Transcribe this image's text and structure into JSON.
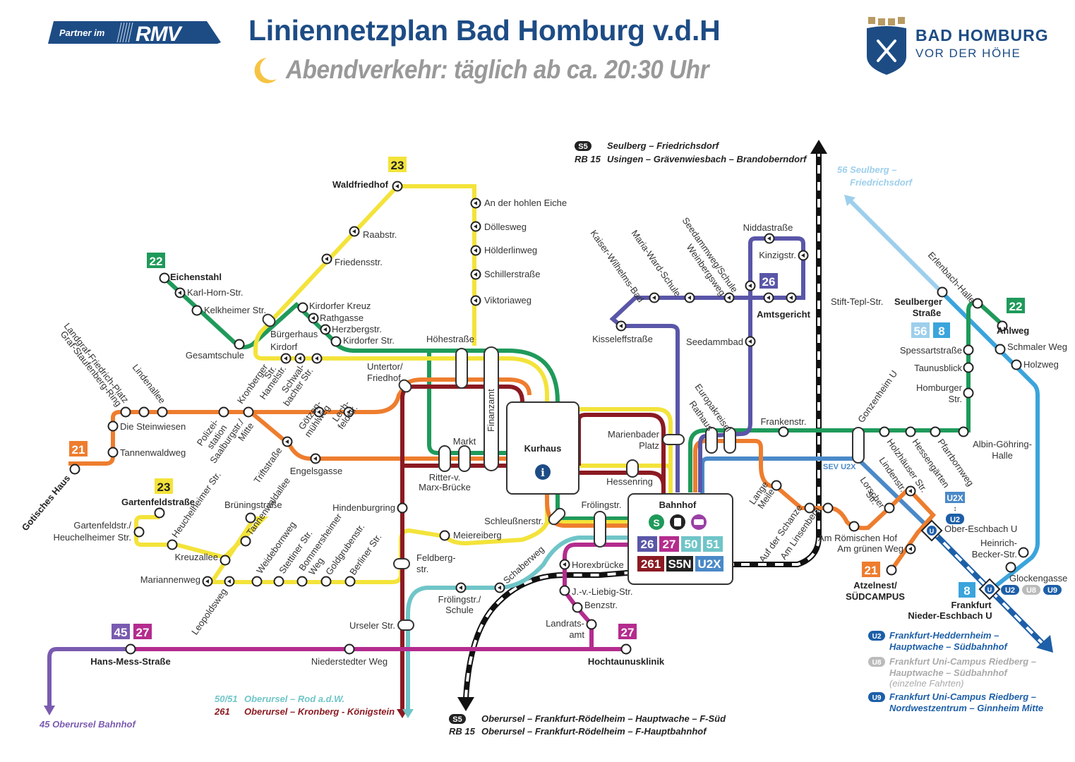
{
  "header": {
    "partner_label": "Partner im",
    "brand": "RMV",
    "title": "Liniennetzplan Bad Homburg v.d.H",
    "subtitle": "Abendverkehr: täglich ab ca. 20:30 Uhr",
    "subtitle_icon": "moon-icon",
    "city_line1": "BAD HOMBURG",
    "city_line2": "VOR DER HÖHE"
  },
  "colors": {
    "line21": "#ee7d2e",
    "line22": "#1f9a5a",
    "line23": "#f3e33a",
    "line26": "#5a56a8",
    "line27": "#b42c8e",
    "line45": "#7a5bb0",
    "line50_51": "#6fc5c8",
    "line261": "#8b1a22",
    "line8": "#3ba4dc",
    "line56": "#9dcfec",
    "u2x": "#4a89c8",
    "u_dark": "#1d5fa8",
    "navy": "#1d4c85"
  },
  "badges": {
    "b23_top": "23",
    "b22_left": "22",
    "b21_left": "21",
    "b23_left": "23",
    "b45": "45",
    "b27_left": "27",
    "b27_right": "27",
    "b26": "26",
    "b22_right": "22",
    "b56": "56",
    "b8_top": "8",
    "b21_right": "21",
    "b8_bottom": "8",
    "u2x_small": "U2X",
    "u2_small": "U2",
    "u2_legend": "U2",
    "u8_legend": "U8",
    "u9_legend": "U9"
  },
  "hubs": {
    "kurhaus": "Kurhaus",
    "bahnhof": "Bahnhof",
    "bahnhof_lines_row1": [
      "26",
      "27",
      "50",
      "51"
    ],
    "bahnhof_lines_row2": [
      "261",
      "S5N",
      "U2X"
    ],
    "finanzamt": "Finanzamt",
    "sev": "SEV U2X"
  },
  "stations": {
    "waldfriedhof": "Waldfriedhof",
    "raabstr": "Raabstr.",
    "friedensstr": "Friedensstr.",
    "an_der_hohlen_eiche": "An der hohlen Eiche",
    "doellesweg": "Döllesweg",
    "hoelderlinweg": "Hölderlinweg",
    "schillerstrasse": "Schillerstraße",
    "viktoriaweg": "Viktoriaweg",
    "eichenstahl": "Eichenstahl",
    "karl_horn": "Karl-Horn-Str.",
    "kelkheimer": "Kelkheimer Str.",
    "gesamtschule": "Gesamtschule",
    "buergerhaus1": "Bürgerhaus",
    "buergerhaus2": "Kirdorf",
    "kirdorfer_kreuz": "Kirdorfer Kreuz",
    "rathgasse": "Rathgasse",
    "herzbergstr": "Herzbergstr.",
    "kirdorfer_str": "Kirdorfer Str.",
    "hoehestrasse": "Höhestraße",
    "untertor1": "Untertor/",
    "untertor2": "Friedhof",
    "landgraf": "Landgraf-Friedrich-Platz",
    "graf_stauf": "Graf-Staufenberg-Ring",
    "lindenallee": "Lindenallee",
    "steinwiesen": "Die Steinwiesen",
    "tannenwaldweg": "Tannenwaldweg",
    "gotisches_haus": "Gotisches Haus",
    "polizei1": "Polizei-",
    "polizei2": "station",
    "saalburg1": "Saalburgstr./",
    "saalburg2": "Mitte",
    "kronberger1": "Kronberger",
    "kronberger2": "Str.",
    "hamelstr": "Hamelstr.",
    "schwal1": "Schwal-",
    "schwal2": "bacher Str.",
    "goetzen1": "Götzen-",
    "goetzen2": "mühlweg",
    "lech1": "Lech-",
    "lech2": "feldstr.",
    "triftstrasse": "Triftstraße",
    "engelsgasse": "Engelsgasse",
    "markt": "Markt",
    "ritter1": "Ritter-v.",
    "ritter2": "Marx-Brücke",
    "gartenfeldstrasse": "Gartenfeldstraße",
    "gartenfeld_heuch1": "Gartenfeldstr./",
    "gartenfeld_heuch2": "Heuchelheimer Str.",
    "heuchelheimer": "Heuchelheimer Str.",
    "brueningstrasse": "Brüningstraße",
    "tannenwaldallee": "Tannenwaldallee",
    "kreuzallee": "Kreuzallee",
    "mariannenweg": "Mariannenweg",
    "leopoldsweg": "Leopoldsweg",
    "weidebornweg": "Weidebornweg",
    "stettiner": "Stettiner Str.",
    "bommersheimer1": "Bommersheimer",
    "bommersheimer2": "Weg",
    "goldgruben": "Goldgrubenstr.",
    "berliner": "Berliner Str.",
    "hindenburgring": "Hindenburgring",
    "meiereiberg": "Meiereiberg",
    "feldberg1": "Feldberg-",
    "feldberg2": "str.",
    "schleussner": "Schleußnerstr.",
    "froelingstr": "Frölingstr.",
    "schaberweg": "Schaberweg",
    "froel_schule1": "Frölingstr./",
    "froel_schule2": "Schule",
    "urseler": "Urseler Str.",
    "horexbruecke": "Horexbrücke",
    "liebig": "J.-v.-Liebig-Str.",
    "benzstr": "Benzstr.",
    "landrats1": "Landrats-",
    "landrats2": "amt",
    "hans_mess": "Hans-Mess-Straße",
    "niederstedter": "Niederstedter Weg",
    "hochtaunusklinik": "Hochtaunusklinik",
    "marienbader1": "Marienbader",
    "marienbader2": "Platz",
    "hessenring": "Hessenring",
    "kisseleff": "Kisseleffstraße",
    "kaiser_wilhelms": "Kaiser-Wilhelms-Bad",
    "maria_ward": "Maria-Ward-Schule",
    "seedammweg": "Seedammweg/Schule",
    "weinbergsweg": "Weinbergsweg",
    "niddastrasse": "Niddastraße",
    "kinzigstr": "Kinzigstr.",
    "amtsgericht": "Amtsgericht",
    "stift_tepl": "Stift-Tepl-Str.",
    "seedammbad": "Seedammbad",
    "europakreisel": "Europakreisel",
    "rathaus": "Rathaus",
    "frankenstr": "Frankenstr.",
    "gonzenheim": "Gonzenheim U",
    "holzhaeuser": "Holzhäuser Str.",
    "hessengaerten": "Hessengärten",
    "pfarrbornweg": "Pfarrbornweg",
    "albin1": "Albin-Göhring-",
    "albin2": "Halle",
    "lindenstr": "Lindenstr.",
    "lorscher1": "Lorscher",
    "lorscher2": "Str.",
    "lange1": "Lange",
    "lange2": "Meile",
    "schanze": "Auf der Schanze",
    "linsenberg": "Am Linsenberg",
    "roemischen": "Am Römischen Hof",
    "gruenen": "Am grünen Weg",
    "atzelnest1": "Atzelnest/",
    "atzelnest2": "SÜDCAMPUS",
    "ober_eschbach": "Ober-Eschbach U",
    "seulberger1": "Seulberger",
    "seulberger2": "Straße",
    "erlenbach": "Erlenbach-Halle",
    "ahlweg": "Ahlweg",
    "schmaler": "Schmaler Weg",
    "holzweg": "Holzweg",
    "spessart": "Spessartstraße",
    "taunusblick": "Taunusblick",
    "homburger1": "Homburger",
    "homburger2": "Str.",
    "heinrich1": "Heinrich-",
    "heinrich2": "Becker-Str.",
    "glockengasse": "Glockengasse",
    "frankfurt1": "Frankfurt",
    "frankfurt2": "Nieder-Eschbach U"
  },
  "notes": {
    "s5_top_badge": "S5",
    "s5_top": "Seulberg – Friedrichsdorf",
    "rb15_top_label": "RB 15",
    "rb15_top": "Usingen – Grävenwiesbach – Brandoberndorf",
    "n56_1": "56 Seulberg –",
    "n56_2": "Friedrichsdorf",
    "n45": "45 Oberursel Bahnhof",
    "n5051_label": "50/51",
    "n5051": "Oberursel – Rod a.d.W.",
    "n261_label": "261",
    "n261": "Oberursel – Kronberg - Königstein",
    "s5_bot_badge": "S5",
    "s5_bot": "Oberursel – Frankfurt-Rödelheim – Hauptwache – F-Süd",
    "rb15_bot_label": "RB 15",
    "rb15_bot": "Oberursel – Frankfurt-Rödelheim – F-Hauptbahnhof",
    "u2_1": "Frankfurt-Heddernheim –",
    "u2_2": "Hauptwache – Südbahnhof",
    "u8_1": "Frankfurt Uni-Campus Riedberg –",
    "u8_2": "Hauptwache – Südbahnhof",
    "u8_3": "(einzelne Fahrten)",
    "u9_1": "Frankfurt Uni-Campus Riedberg –",
    "u9_2": "Nordwestzentrum – Ginnheim Mitte"
  }
}
